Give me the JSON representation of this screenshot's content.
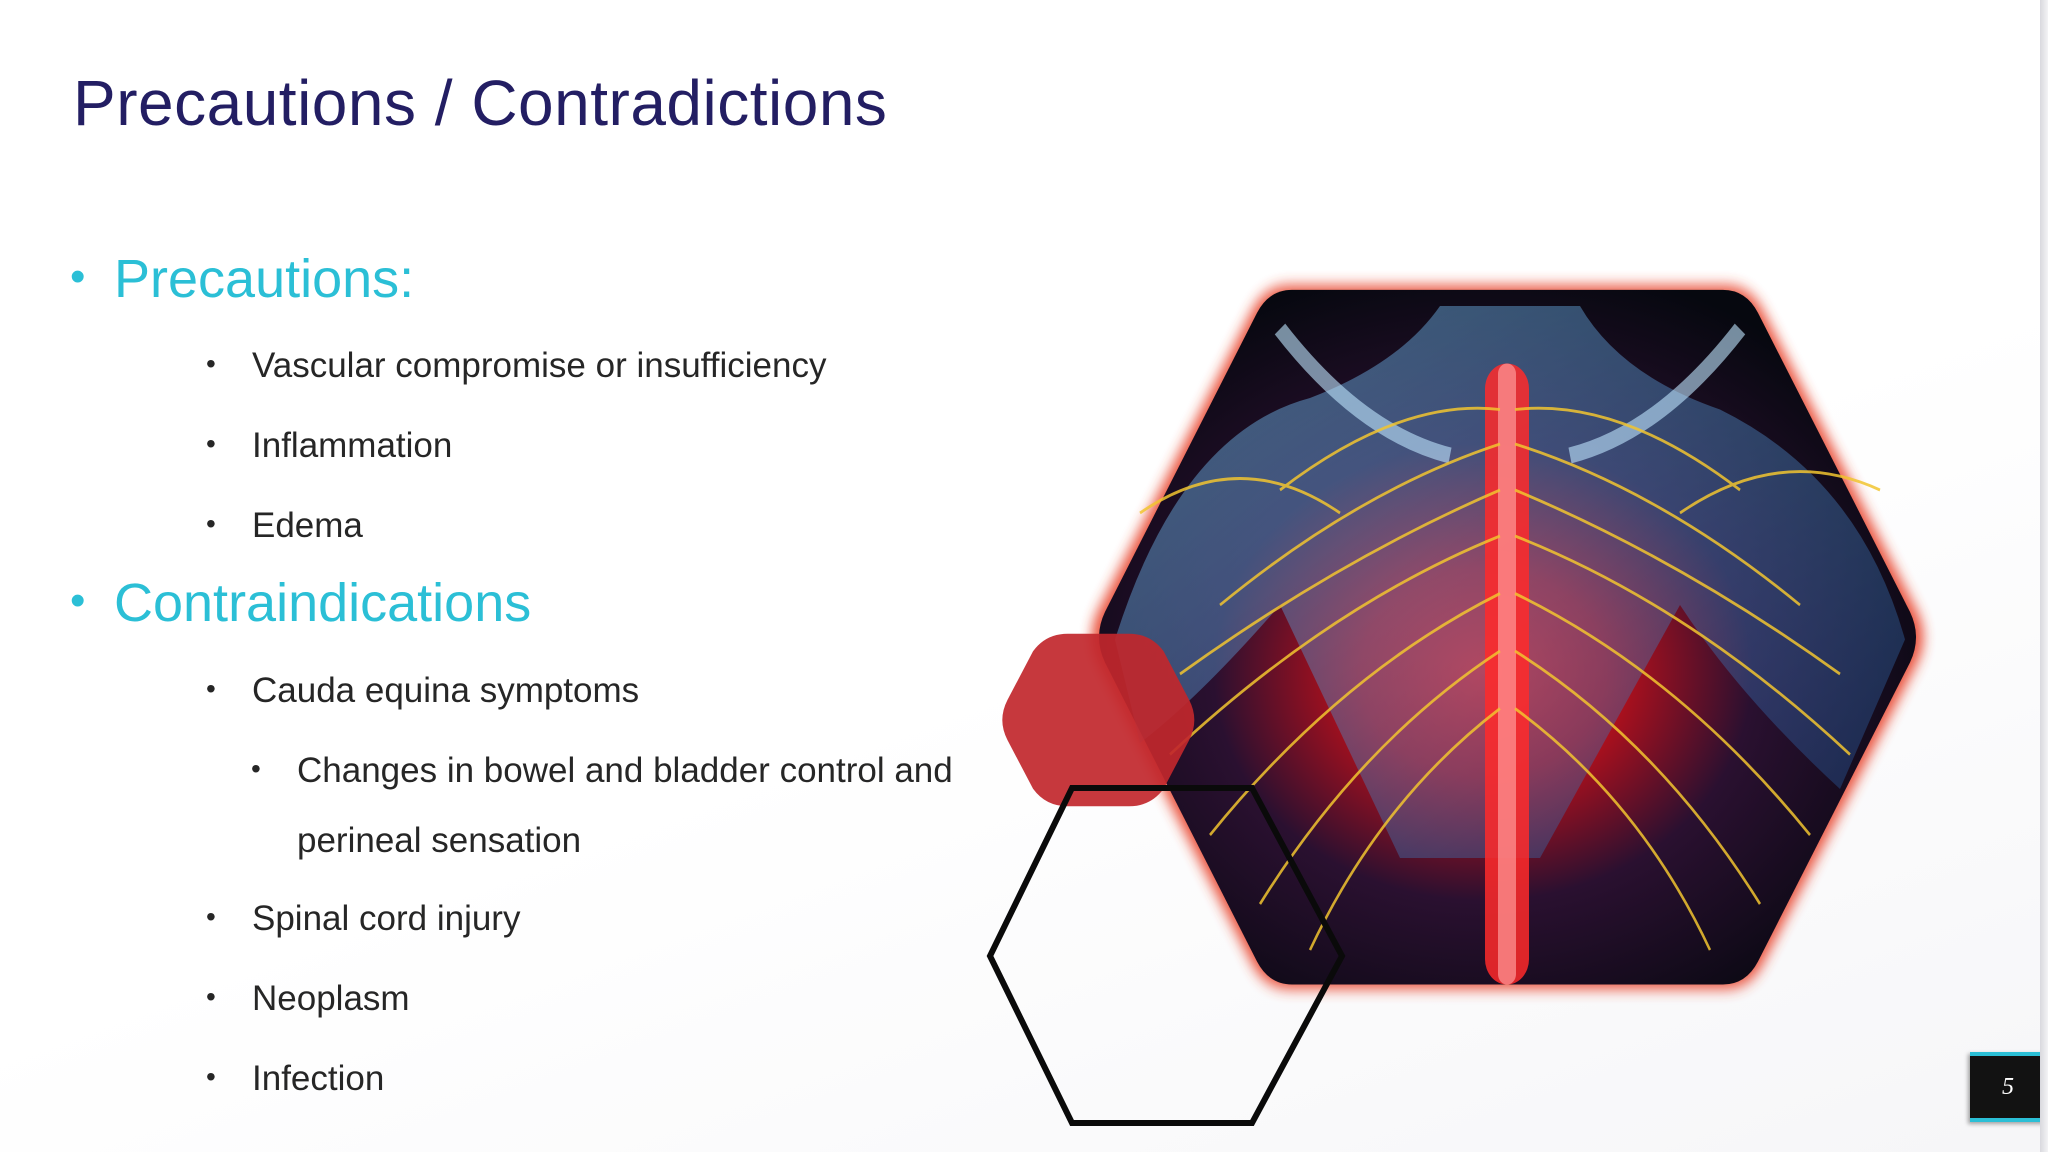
{
  "slide": {
    "title": "Precautions / Contradictions",
    "page_number": "5",
    "accent_color": "#2bbfd6",
    "title_color": "#231e63",
    "hexagon_fill_color": "#c1272d",
    "image_icon": "spinal-nerves-xray-image"
  },
  "content": {
    "precautions": {
      "heading": "Precautions:",
      "items": [
        "Vascular compromise or insufficiency",
        "Inflammation",
        "Edema"
      ]
    },
    "contraindications": {
      "heading": "Contraindications",
      "items": [
        {
          "text": "Cauda equina symptoms"
        },
        {
          "sub_line1": "Changes in bowel and bladder control and",
          "sub_line2": "perineal sensation"
        },
        {
          "text": "Spinal cord injury"
        },
        {
          "text": "Neoplasm"
        },
        {
          "text": "Infection"
        }
      ]
    }
  }
}
